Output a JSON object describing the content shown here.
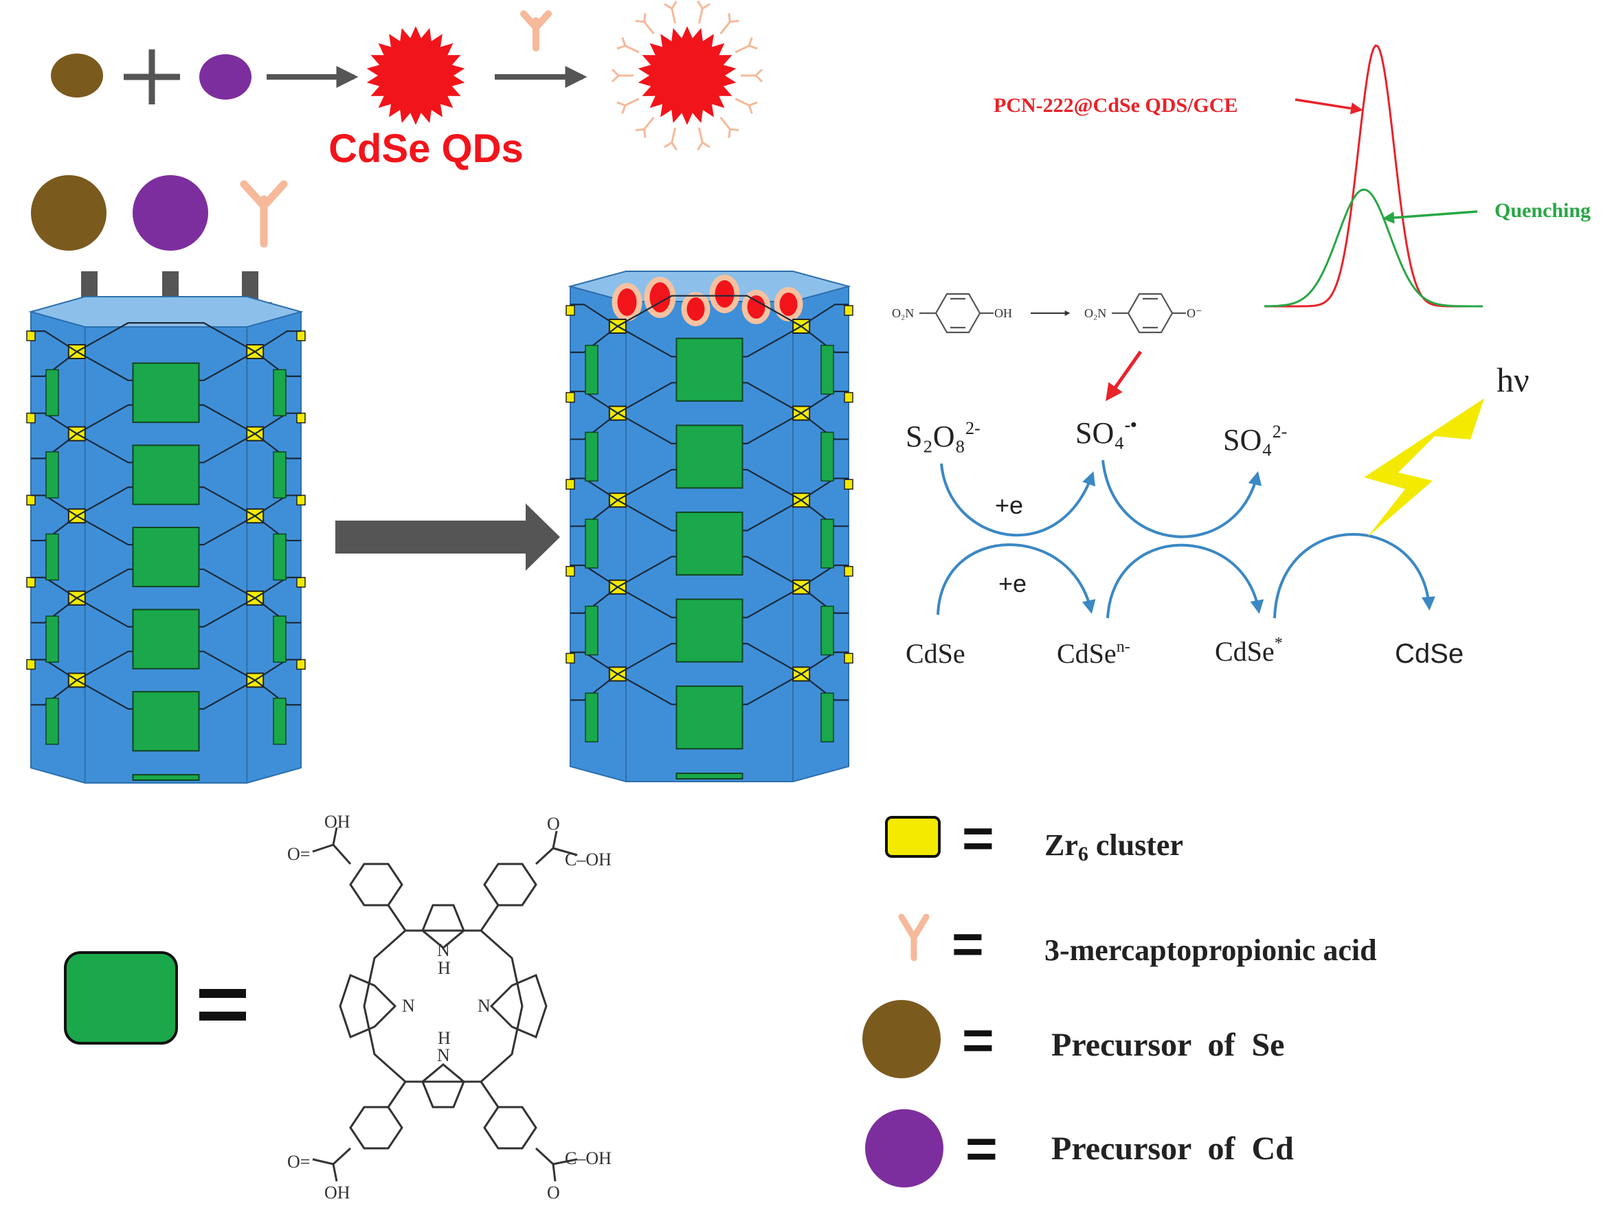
{
  "synthesis": {
    "qd_label": "CdSe QDs"
  },
  "ecl_curve": {
    "signal_label": "PCN-222@CdSe QDS/GCE",
    "quench_label": "Quenching",
    "colors": {
      "signal": "#e8232a",
      "quench": "#28a745"
    }
  },
  "reaction": {
    "reactant_left": "O₂N",
    "reactant_oh": "OH",
    "product_left": "O₂N",
    "product_o": "O⁻",
    "s2o8": "S₂O₈",
    "s2o8_charge": "2-",
    "so4_radical": "SO₄",
    "so4_radical_charge": "-•",
    "so4": "SO₄",
    "so4_charge": "2-",
    "plus_e_top": "+e",
    "plus_e_bottom": "+e",
    "cdse_1": "CdSe",
    "cdse_anion": "CdSe",
    "cdse_anion_charge": "n-",
    "cdse_excited": "CdSe",
    "cdse_excited_mark": "*",
    "cdse_2": "CdSe",
    "hv": "hν"
  },
  "porphyrin": {
    "oh_1": "OH",
    "o_1": "O=",
    "coh_2": "C–OH",
    "o_2": "O",
    "o_3": "O=",
    "oh_3": "OH",
    "coh_4": "C–OH",
    "o_4": "O",
    "n_left": "N",
    "n_right": "N",
    "h_top": "H",
    "h_bottom": "H",
    "nh_top": "N",
    "nh_bottom": "N"
  },
  "legend": {
    "eq": "=",
    "zr_prefix": "Zr",
    "zr_sub": "6",
    "zr_suffix": " cluster",
    "mpa": "3-mercaptopropionic acid",
    "se": "Precursor  of  Se",
    "cd": "Precursor  of  Cd"
  },
  "colors": {
    "se_precursor": "#7b5a1e",
    "cd_precursor": "#7d2e9e",
    "qd_red": "#f2141b",
    "ligand": "#f6b99a",
    "tube_blue": "#3f8fd8",
    "tube_top": "#8cc0ea",
    "linker_green": "#1aa84a",
    "zr_yellow": "#f3ea00",
    "arrow_grey": "#555555",
    "cycle_blue": "#3b88c4",
    "lightning": "#f3ea00"
  }
}
